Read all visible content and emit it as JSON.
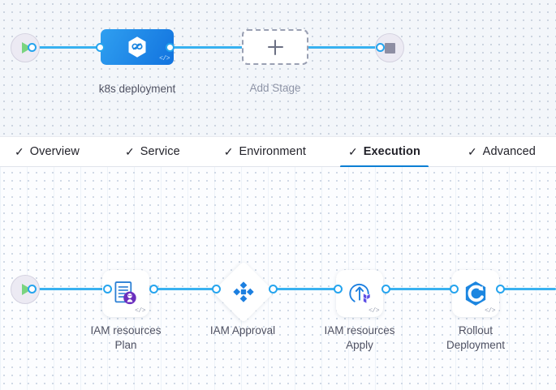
{
  "stage_canvas": {
    "start_node": {
      "icon": "play-icon",
      "name": "pipeline-start"
    },
    "end_node": {
      "icon": "stop-icon",
      "name": "pipeline-end"
    },
    "stages": [
      {
        "label": "k8s deployment",
        "icon": "harness-cd-hexagon-icon",
        "code_badge": "</>"
      }
    ],
    "add_stage": {
      "label": "Add Stage",
      "icon": "plus-icon"
    }
  },
  "tabs": [
    {
      "label": "Overview",
      "check": "✓",
      "active": false
    },
    {
      "label": "Service",
      "check": "✓",
      "active": false
    },
    {
      "label": "Environment",
      "check": "✓",
      "active": false
    },
    {
      "label": "Execution",
      "check": "✓",
      "active": true
    },
    {
      "label": "Advanced",
      "check": "✓",
      "active": false
    }
  ],
  "execution_canvas": {
    "start_node": {
      "icon": "play-icon",
      "name": "execution-start"
    },
    "steps": [
      {
        "label_line1": "IAM resources",
        "label_line2": "Plan",
        "icon": "terraform-plan-icon",
        "shape": "rounded",
        "code_badge": "</>"
      },
      {
        "label_line1": "IAM Approval",
        "label_line2": "",
        "icon": "approval-clover-icon",
        "shape": "diamond",
        "code_badge": ""
      },
      {
        "label_line1": "IAM resources",
        "label_line2": "Apply",
        "icon": "terraform-apply-icon",
        "shape": "rounded",
        "code_badge": "</>"
      },
      {
        "label_line1": "Rollout",
        "label_line2": "Deployment",
        "icon": "rollout-deployment-icon",
        "shape": "rounded",
        "code_badge": "</>"
      }
    ]
  },
  "colors": {
    "wire": "#38b1f0",
    "port_stroke": "#25a4ee",
    "stage_blue": "#1273df",
    "active_tab_underline": "#0b7fd4",
    "canvas_bg": "#f3f6fa",
    "exec_canvas_bg": "#fcfdff",
    "label_text": "#4f5162",
    "terraform_purple": "#5c4ee5"
  }
}
